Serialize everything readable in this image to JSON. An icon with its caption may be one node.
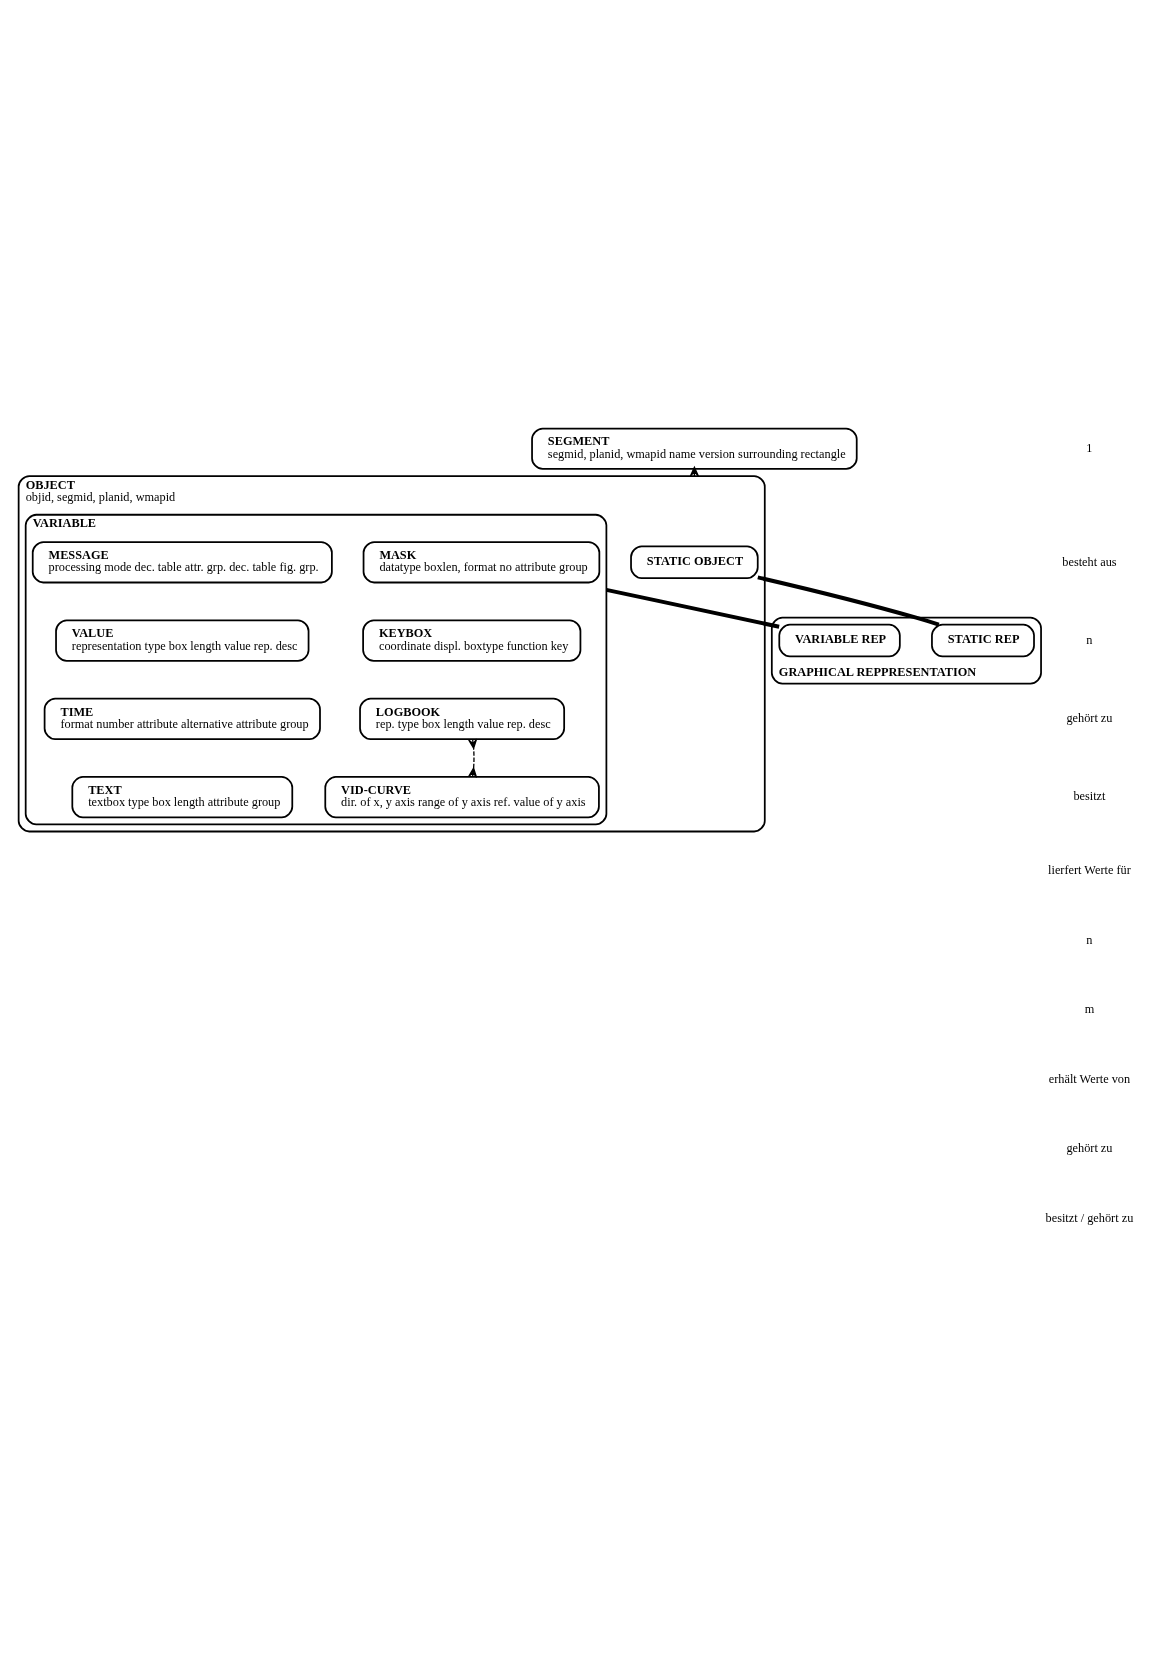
{
  "diagram": {
    "nodes": [
      {
        "text": [
          "SEGMENT",
          "segmid, planid, wmapid name version surrounding rectangle"
        ]
      },
      {
        "text": [
          "OBJECT",
          "objid, segmid, planid, wmapid"
        ]
      },
      {
        "text": [
          "STATIC OBJECT"
        ],
        "in": 1
      },
      {
        "text": [
          "VARIABLE"
        ],
        "in": 1
      },
      {
        "text": [
          "MASK",
          "datatype boxlen, format no attribute group"
        ],
        "in": 3
      },
      {
        "text": [
          "MESSAGE",
          "processing mode dec. table attr. grp. dec. table fig. grp."
        ],
        "in": 3
      },
      {
        "text": [
          "KEYBOX",
          "coordinate displ. boxtype function key"
        ],
        "in": 3
      },
      {
        "text": [
          "VALUE",
          "representation type box length value rep. desc"
        ],
        "in": 3
      },
      {
        "text": [
          "LOGBOOK",
          "rep. type box length value rep. desc"
        ],
        "in": 3
      },
      {
        "text": [
          "TIME",
          "format number attribute alternative attribute group"
        ],
        "in": 3
      },
      {
        "text": [
          "VID-CURVE",
          "dir. of x, y axis range of y axis ref. value of y axis"
        ],
        "in": 3
      },
      {
        "text": [
          "TEXT",
          "textbox type box length attribute group"
        ],
        "in": 3
      },
      {
        "text": [
          "GRAPHICAL REPPRESENTATION"
        ]
      },
      {
        "text": [
          "STATIC REP"
        ],
        "in": 12
      },
      {
        "text": [
          "VARIABLE REP"
        ],
        "in": 12
      }
    ],
    "edges": [
      {
        "from": 0,
        "to": 1,
        "arrow": "other",
        "style": "dashed"
      },
      {
        "from": 2,
        "to": 13,
        "arrow": "none",
        "style": "thick"
      },
      {
        "from": 3,
        "to": 14,
        "arrow": "none",
        "style": "thick"
      },
      {
        "from": 10,
        "to": 8,
        "arrow": "other",
        "style": "dashed"
      }
    ],
    "labels": [
      "1",
      "besteht aus",
      "n",
      "gehört zu",
      "besitzt",
      "lierfert Werte für",
      "n",
      "m",
      "erhält Werte von",
      "gehört zu",
      "besitzt / gehört zu"
    ]
  }
}
